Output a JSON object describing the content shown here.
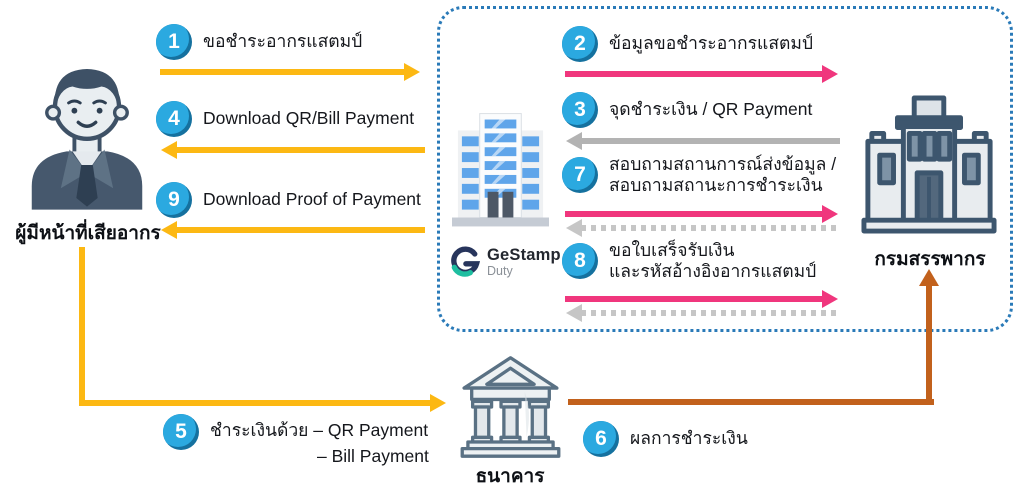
{
  "actors": {
    "taxpayer": {
      "label": "ผู้มีหน้าที่เสียอากร"
    },
    "gestamp": {
      "name": "GeStamp",
      "sub": "Duty"
    },
    "revenue_department": {
      "label": "กรมสรรพากร"
    },
    "bank": {
      "label": "ธนาคาร"
    }
  },
  "steps": {
    "s1": {
      "num": "1",
      "label": "ขอชำระอากรแสตมป์"
    },
    "s2": {
      "num": "2",
      "label": "ข้อมูลขอชำระอากรแสตมป์"
    },
    "s3": {
      "num": "3",
      "label": "จุดชำระเงิน / QR Payment"
    },
    "s4": {
      "num": "4",
      "label": "Download QR/Bill Payment"
    },
    "s5": {
      "num": "5",
      "line1": "ชำระเงินด้วย – QR Payment",
      "line2": "– Bill Payment"
    },
    "s6": {
      "num": "6",
      "label": "ผลการชำระเงิน"
    },
    "s7": {
      "num": "7",
      "line1": "สอบถามสถานการณ์ส่งข้อมูล /",
      "line2": "สอบถามสถานะการชำระเงิน"
    },
    "s8": {
      "num": "8",
      "line1": "ขอใบเสร็จรับเงิน",
      "line2": "และรหัสอ้างอิงอากรแสตมป์"
    },
    "s9": {
      "num": "9",
      "label": "Download Proof of Payment"
    }
  },
  "flows": [
    {
      "step": "1",
      "from": "taxpayer",
      "to": "gestamp",
      "style": "solid",
      "color": "yellow",
      "direction": "right"
    },
    {
      "step": "2",
      "from": "gestamp",
      "to": "revenue_department",
      "style": "solid",
      "color": "pink",
      "direction": "right"
    },
    {
      "step": "3",
      "from": "revenue_department",
      "to": "gestamp",
      "style": "solid",
      "color": "gray",
      "direction": "left"
    },
    {
      "step": "4",
      "from": "gestamp",
      "to": "taxpayer",
      "style": "solid",
      "color": "yellow",
      "direction": "left"
    },
    {
      "step": "5",
      "from": "taxpayer",
      "to": "bank",
      "style": "solid",
      "color": "yellow",
      "direction": "down-right"
    },
    {
      "step": "6",
      "from": "bank",
      "to": "revenue_department",
      "style": "solid",
      "color": "orange",
      "direction": "right-up"
    },
    {
      "step": "7",
      "from": "gestamp",
      "to": "revenue_department",
      "style": "solid+dotted-return",
      "color": "pink/gray",
      "direction": "right"
    },
    {
      "step": "8",
      "from": "gestamp",
      "to": "revenue_department",
      "style": "solid+dotted-return",
      "color": "pink/gray",
      "direction": "right"
    },
    {
      "step": "9",
      "from": "gestamp",
      "to": "taxpayer",
      "style": "solid",
      "color": "yellow",
      "direction": "left"
    }
  ],
  "colors": {
    "yellow_arrow": "#FCB813",
    "pink_arrow": "#F0367D",
    "gray_arrow": "#B3B3B3",
    "gray_dotted_arrow": "#C6C6C6",
    "orange_arrow": "#C2611C",
    "badge_blue": "#2BA9E0",
    "badge_blue_dark": "#15719F",
    "dashed_border_blue": "#2A7AB8"
  }
}
